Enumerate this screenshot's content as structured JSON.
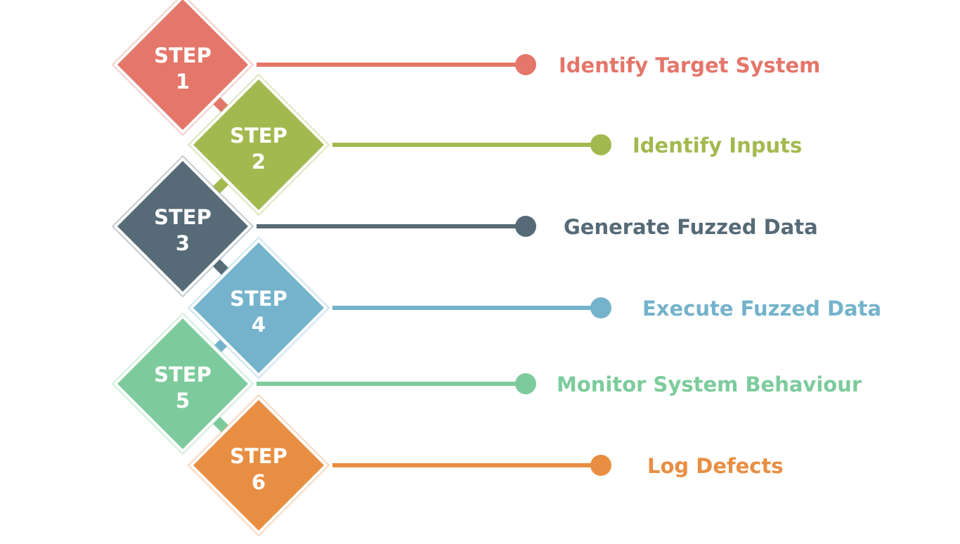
{
  "steps": [
    {
      "step_word": "STEP",
      "number": "1",
      "label": "Identify Target System",
      "color": "#E4766A"
    },
    {
      "step_word": "STEP",
      "number": "2",
      "label": "Identify Inputs",
      "color": "#A2B94F"
    },
    {
      "step_word": "STEP",
      "number": "3",
      "label": "Generate Fuzzed Data",
      "color": "#566A77"
    },
    {
      "step_word": "STEP",
      "number": "4",
      "label": "Execute Fuzzed Data",
      "color": "#74B3CB"
    },
    {
      "step_word": "STEP",
      "number": "5",
      "label": "Monitor System Behaviour",
      "color": "#7DCB9C"
    },
    {
      "step_word": "STEP",
      "number": "6",
      "label": "Log Defects",
      "color": "#E88E42"
    }
  ]
}
